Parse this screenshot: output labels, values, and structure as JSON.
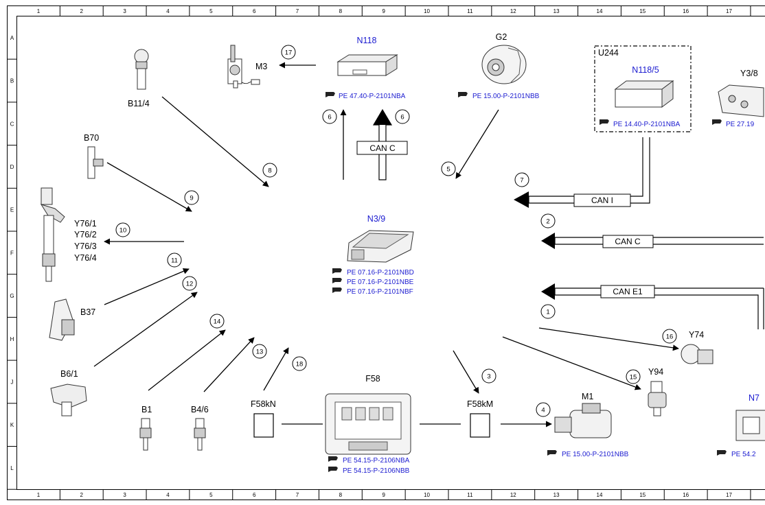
{
  "colors": {
    "line": "#000000",
    "blue_text": "#1a1ad0",
    "frame": "#000000",
    "module_fill": "#f2f2f2"
  },
  "grid": {
    "cols": [
      "1",
      "2",
      "3",
      "4",
      "5",
      "6",
      "7",
      "8",
      "9",
      "10",
      "11",
      "12",
      "13",
      "14",
      "15",
      "16",
      "17"
    ],
    "rows": [
      "A",
      "B",
      "C",
      "D",
      "E",
      "F",
      "G",
      "H",
      "J",
      "K",
      "L"
    ]
  },
  "icons": {
    "reference": "pointing-hand-icon"
  },
  "components": {
    "n118": {
      "code": "N118",
      "refs": [
        "PE 47.40-P-2101NBA"
      ]
    },
    "g2": {
      "code": "G2",
      "refs": [
        "PE 15.00-P-2101NBB"
      ]
    },
    "m3": {
      "code": "M3"
    },
    "u244": {
      "code": "U244"
    },
    "n118_5": {
      "code": "N118/5",
      "refs": [
        "PE 14.40-P-2101NBA"
      ]
    },
    "y3_8": {
      "code": "Y3/8",
      "refs": [
        "PE 27.19"
      ]
    },
    "b11_4": {
      "code": "B11/4"
    },
    "b70": {
      "code": "B70"
    },
    "y76": {
      "codes": [
        "Y76/1",
        "Y76/2",
        "Y76/3",
        "Y76/4"
      ]
    },
    "n3_9": {
      "code": "N3/9",
      "refs": [
        "PE 07.16-P-2101NBD",
        "PE 07.16-P-2101NBE",
        "PE 07.16-P-2101NBF"
      ]
    },
    "b37": {
      "code": "B37"
    },
    "b6_1": {
      "code": "B6/1"
    },
    "b1": {
      "code": "B1"
    },
    "b4_6": {
      "code": "B4/6"
    },
    "f58kn": {
      "code": "F58kN"
    },
    "f58": {
      "code": "F58",
      "refs": [
        "PE 54.15-P-2106NBA",
        "PE 54.15-P-2106NBB"
      ]
    },
    "f58km": {
      "code": "F58kM"
    },
    "m1": {
      "code": "M1",
      "refs": [
        "PE 15.00-P-2101NBB"
      ]
    },
    "y74": {
      "code": "Y74"
    },
    "y94": {
      "code": "Y94"
    },
    "n7": {
      "code": "N7",
      "refs": [
        "PE 54.2"
      ]
    }
  },
  "buses": {
    "can_c_top": "CAN C",
    "can_i": "CAN I",
    "can_c": "CAN C",
    "can_e1": "CAN E1"
  },
  "callouts": {
    "c1": "1",
    "c2": "2",
    "c3": "3",
    "c4": "4",
    "c5": "5",
    "c6a": "6",
    "c6b": "6",
    "c7": "7",
    "c8": "8",
    "c9": "9",
    "c10": "10",
    "c11": "11",
    "c12": "12",
    "c13": "13",
    "c14": "14",
    "c15": "15",
    "c16": "16",
    "c17": "17",
    "c18": "18"
  }
}
